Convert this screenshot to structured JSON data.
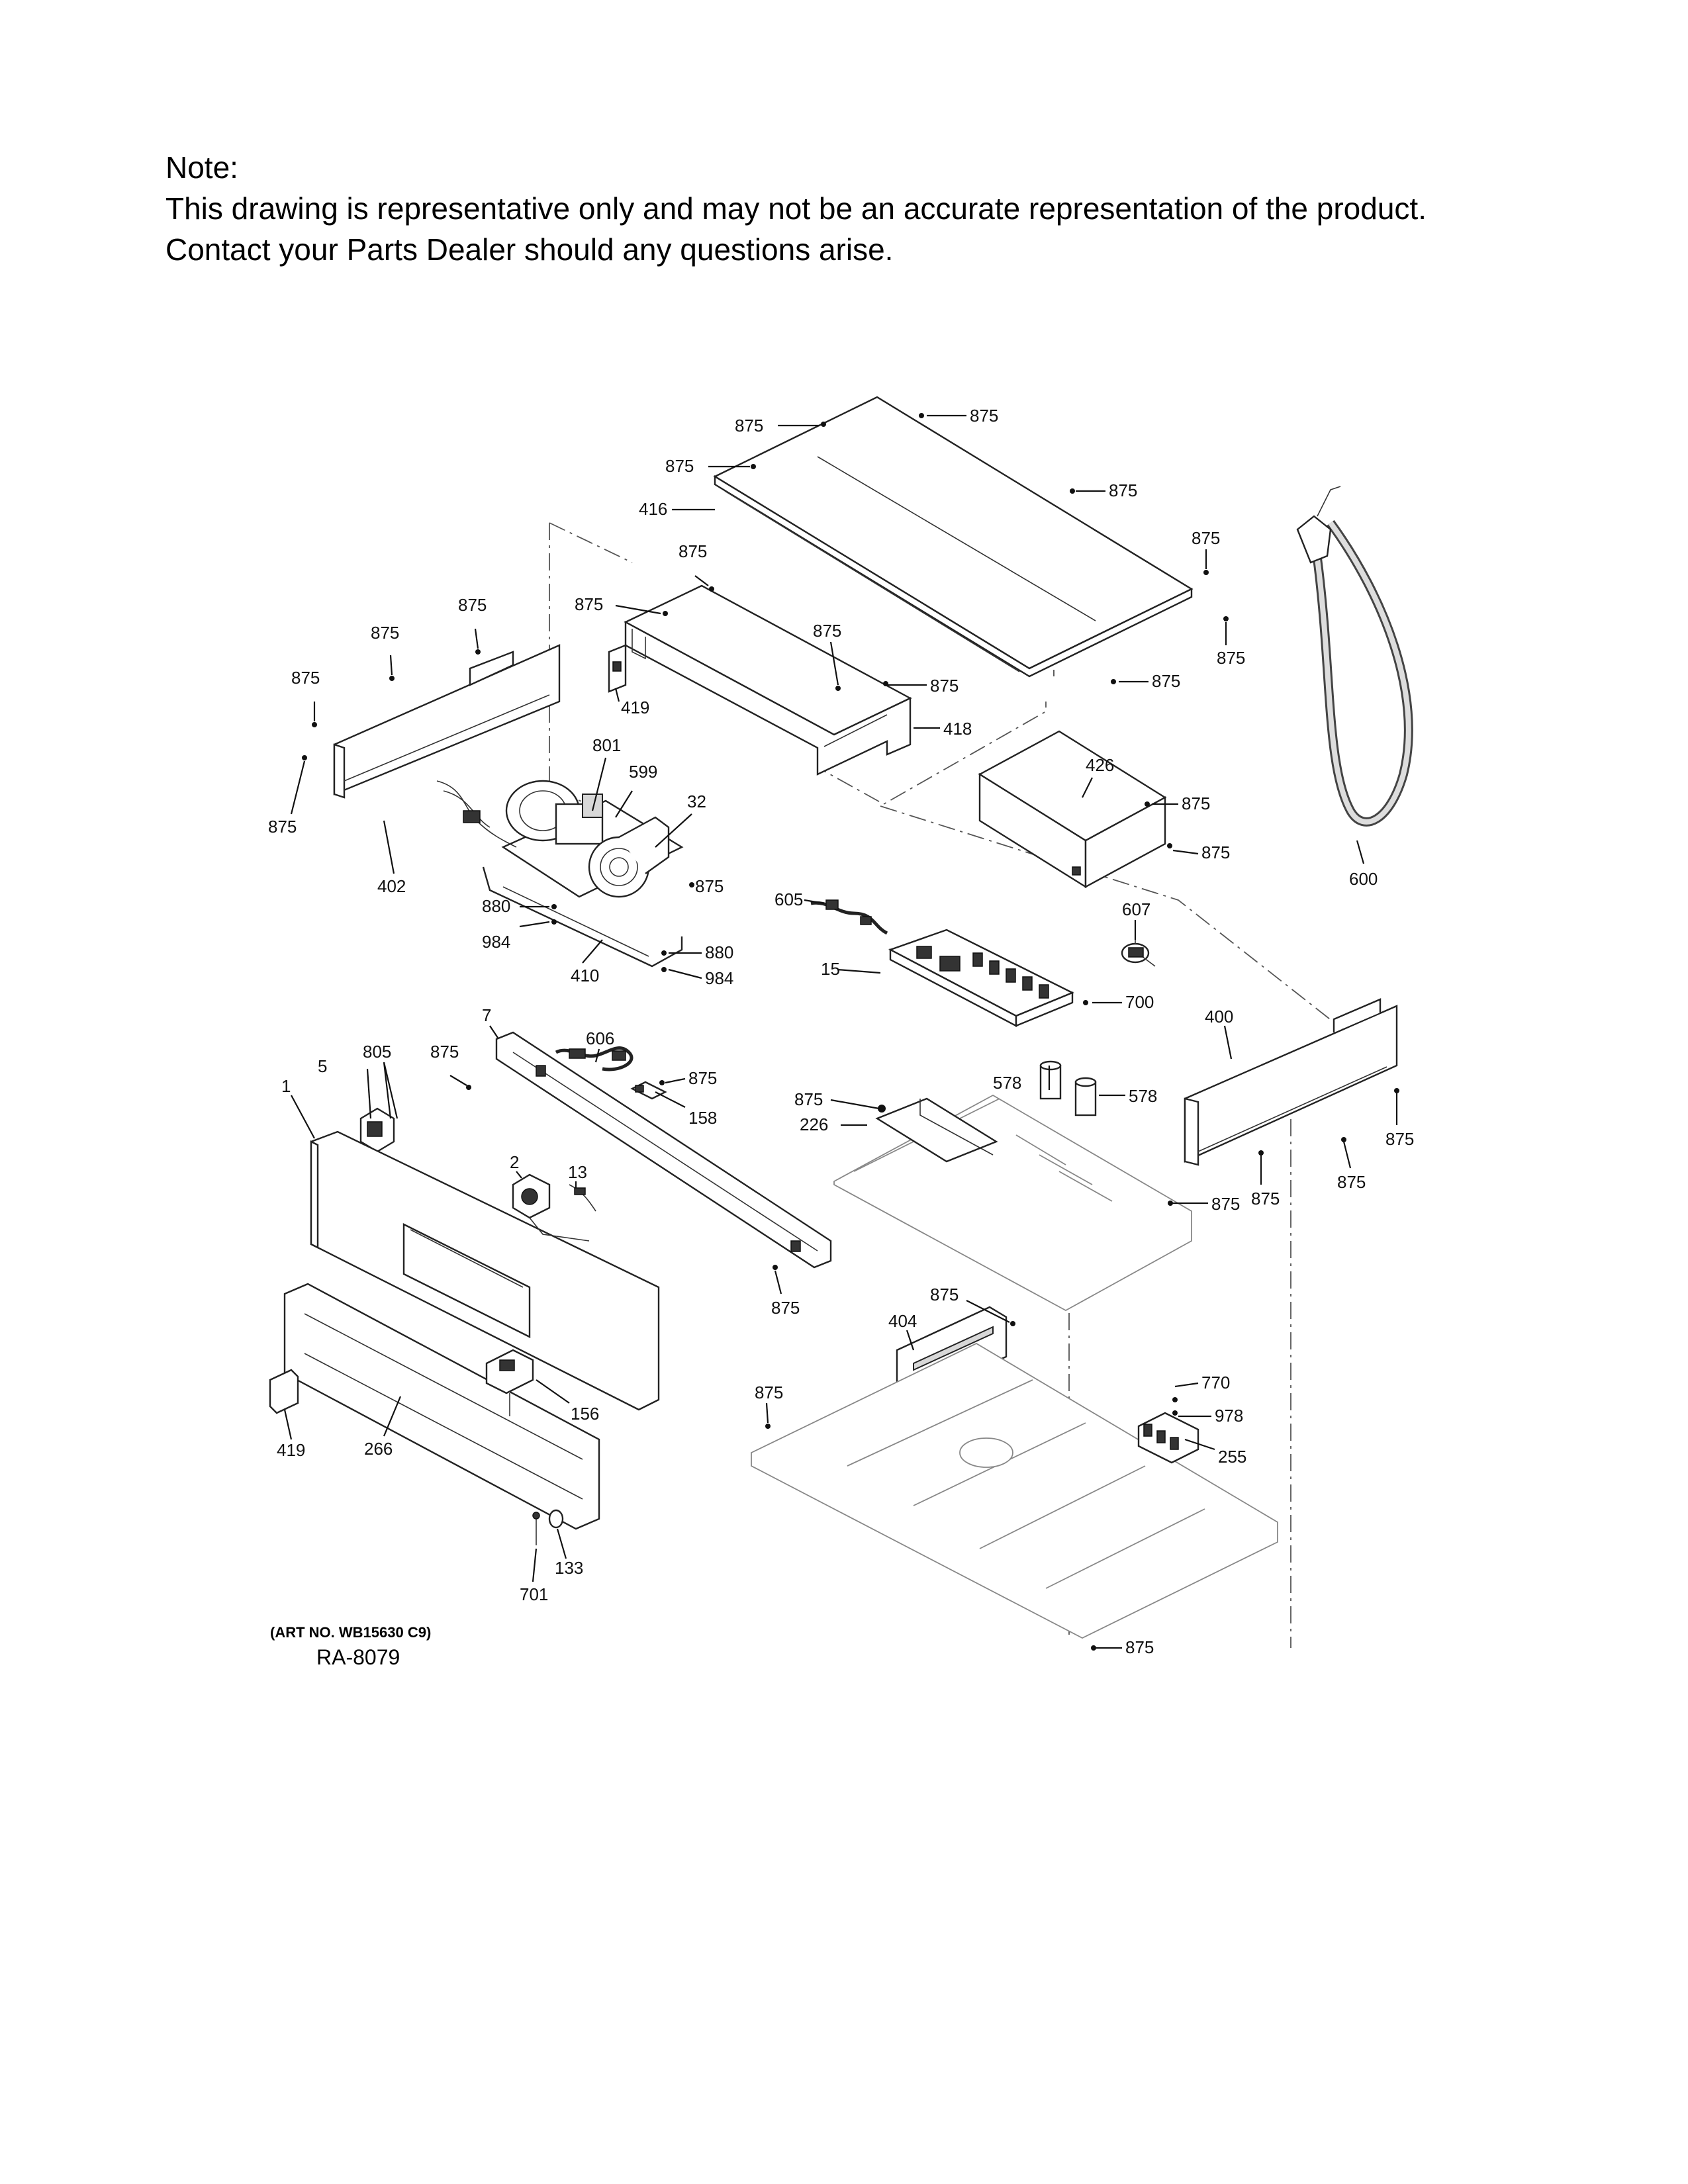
{
  "note": {
    "heading": "Note:",
    "line1": "This drawing is representative only and may not be an accurate representation of the product.",
    "line2": "Contact your Parts Dealer should any questions arise."
  },
  "art": {
    "art_no": "(ART NO. WB15630 C9)",
    "ref": "RA-8079"
  },
  "callouts": [
    {
      "id": "c01",
      "label": "875"
    },
    {
      "id": "c02",
      "label": "875"
    },
    {
      "id": "c03",
      "label": "875"
    },
    {
      "id": "c04",
      "label": "416"
    },
    {
      "id": "c05",
      "label": "875"
    },
    {
      "id": "c06",
      "label": "875"
    },
    {
      "id": "c07",
      "label": "875"
    },
    {
      "id": "c08",
      "label": "875"
    },
    {
      "id": "c09",
      "label": "875"
    },
    {
      "id": "c10",
      "label": "875"
    },
    {
      "id": "c11",
      "label": "875"
    },
    {
      "id": "c12",
      "label": "875"
    },
    {
      "id": "c13",
      "label": "875"
    },
    {
      "id": "c14",
      "label": "875"
    },
    {
      "id": "c15",
      "label": "875"
    },
    {
      "id": "c16",
      "label": "419"
    },
    {
      "id": "c17",
      "label": "418"
    },
    {
      "id": "c18",
      "label": "801"
    },
    {
      "id": "c19",
      "label": "599"
    },
    {
      "id": "c20",
      "label": "32"
    },
    {
      "id": "c21",
      "label": "402"
    },
    {
      "id": "c22",
      "label": "875"
    },
    {
      "id": "c23",
      "label": "426"
    },
    {
      "id": "c24",
      "label": "875"
    },
    {
      "id": "c25",
      "label": "875"
    },
    {
      "id": "c26",
      "label": "875"
    },
    {
      "id": "c27",
      "label": "600"
    },
    {
      "id": "c28",
      "label": "880"
    },
    {
      "id": "c29",
      "label": "984"
    },
    {
      "id": "c30",
      "label": "410"
    },
    {
      "id": "c31",
      "label": "880"
    },
    {
      "id": "c32",
      "label": "984"
    },
    {
      "id": "c33",
      "label": "605"
    },
    {
      "id": "c34",
      "label": "607"
    },
    {
      "id": "c35",
      "label": "15"
    },
    {
      "id": "c36",
      "label": "700"
    },
    {
      "id": "c37",
      "label": "7"
    },
    {
      "id": "c38",
      "label": "606"
    },
    {
      "id": "c39",
      "label": "5"
    },
    {
      "id": "c40",
      "label": "805"
    },
    {
      "id": "c41",
      "label": "875"
    },
    {
      "id": "c42",
      "label": "875"
    },
    {
      "id": "c43",
      "label": "158"
    },
    {
      "id": "c44",
      "label": "1"
    },
    {
      "id": "c45",
      "label": "400"
    },
    {
      "id": "c46",
      "label": "578"
    },
    {
      "id": "c47",
      "label": "578"
    },
    {
      "id": "c48",
      "label": "875"
    },
    {
      "id": "c49",
      "label": "226"
    },
    {
      "id": "c50",
      "label": "2"
    },
    {
      "id": "c51",
      "label": "13"
    },
    {
      "id": "c52",
      "label": "875"
    },
    {
      "id": "c53",
      "label": "875"
    },
    {
      "id": "c54",
      "label": "875"
    },
    {
      "id": "c55",
      "label": "875"
    },
    {
      "id": "c56",
      "label": "875"
    },
    {
      "id": "c57",
      "label": "875"
    },
    {
      "id": "c58",
      "label": "404"
    },
    {
      "id": "c59",
      "label": "770"
    },
    {
      "id": "c60",
      "label": "875"
    },
    {
      "id": "c61",
      "label": "978"
    },
    {
      "id": "c62",
      "label": "255"
    },
    {
      "id": "c63",
      "label": "156"
    },
    {
      "id": "c64",
      "label": "419"
    },
    {
      "id": "c65",
      "label": "266"
    },
    {
      "id": "c66",
      "label": "133"
    },
    {
      "id": "c67",
      "label": "701"
    },
    {
      "id": "c68",
      "label": "875"
    }
  ]
}
